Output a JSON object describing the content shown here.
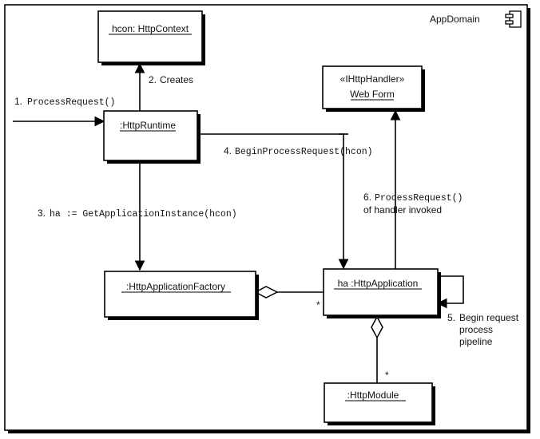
{
  "frame": {
    "title": "AppDomain",
    "icon": "component-icon"
  },
  "objects": {
    "http_context": "hcon: HttpContext",
    "http_runtime": ":HttpRuntime",
    "http_application_factory": ":HttpApplicationFactory",
    "http_application": "ha :HttpApplication",
    "http_module": ":HttpModule",
    "web_form": {
      "stereotype": "«IHttpHandler»",
      "name": "Web Form"
    }
  },
  "messages": {
    "m1": {
      "num": "1.",
      "text": "ProcessRequest()"
    },
    "m2": {
      "num": "2.",
      "text": "Creates"
    },
    "m3": {
      "num": "3.",
      "text": "ha := GetApplicationInstance(hcon)"
    },
    "m4": {
      "num": "4.",
      "text": "BeginProcessRequest(hcon)"
    },
    "m5": {
      "num": "5.",
      "lines": [
        "Begin request",
        "process",
        "pipeline"
      ]
    },
    "m6": {
      "num": "6.",
      "text": "ProcessRequest()",
      "line2": "of handler invoked"
    }
  },
  "multiplicity": {
    "factory_app": "*",
    "app_module": "*"
  }
}
